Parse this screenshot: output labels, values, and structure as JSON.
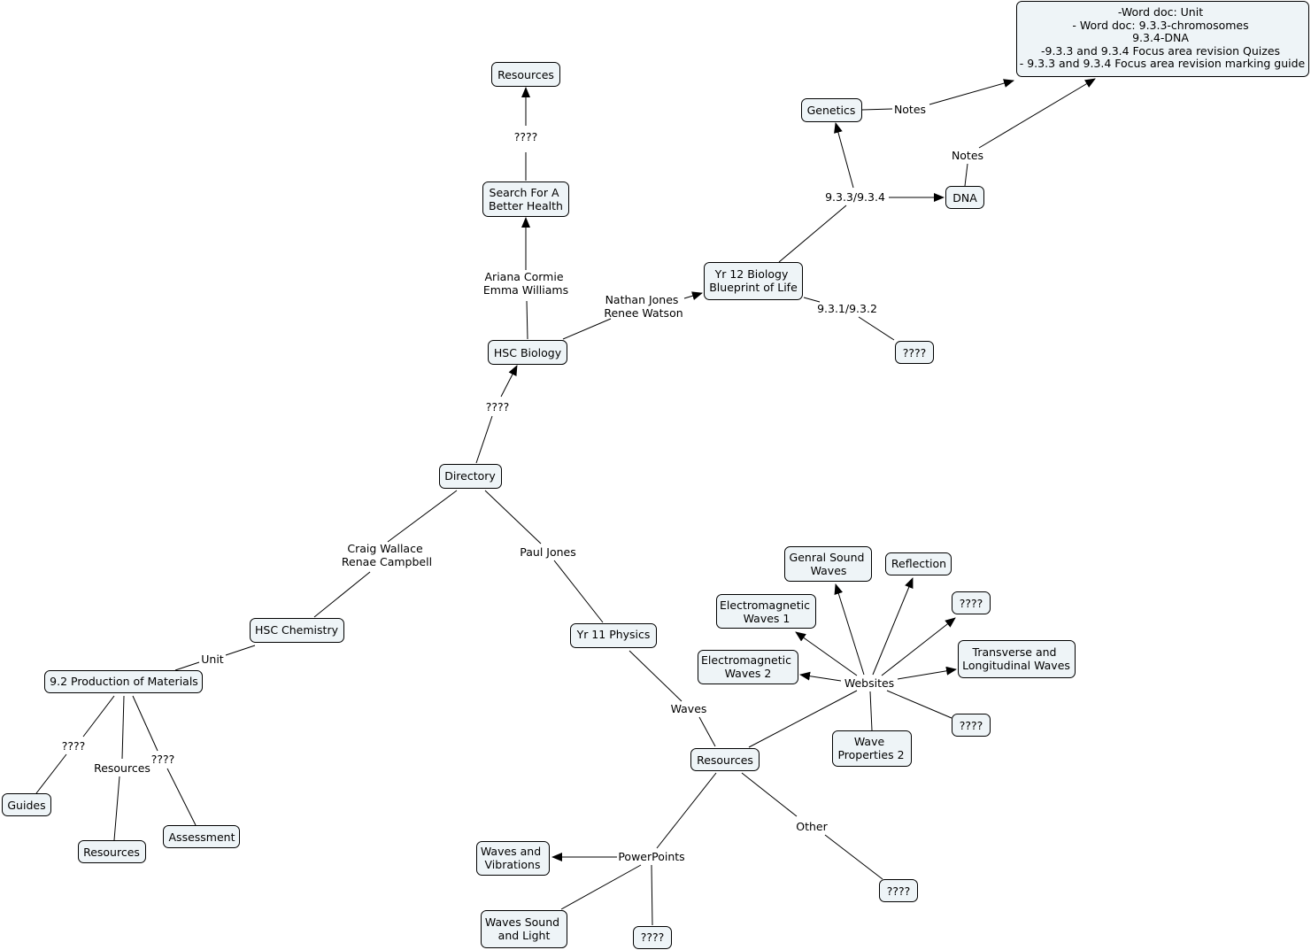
{
  "concepts": {
    "resources_top": [
      "Resources"
    ],
    "search_health": [
      "Search For A",
      "Better Health"
    ],
    "hsc_biology": [
      "HSC Biology"
    ],
    "directory": [
      "Directory"
    ],
    "yr12_biology": [
      "Yr 12 Biology",
      "Blueprint of Life"
    ],
    "genetics": [
      "Genetics"
    ],
    "dna": [
      "DNA"
    ],
    "word_doc": [
      "-Word doc: Unit",
      "- Word doc: 9.3.3-chromosomes",
      "9.3.4-DNA",
      "-9.3.3 and 9.3.4 Focus area revision Quizes",
      "- 9.3.3 and 9.3.4 Focus area revision marking guide"
    ],
    "unknown_bio": [
      "????"
    ],
    "hsc_chemistry": [
      "HSC Chemistry"
    ],
    "production_materials": [
      "9.2 Production of Materials"
    ],
    "guides": [
      "Guides"
    ],
    "resources_chem": [
      "Resources"
    ],
    "assessment": [
      "Assessment"
    ],
    "yr11_physics": [
      "Yr 11 Physics"
    ],
    "resources_phys": [
      "Resources"
    ],
    "genral_sound": [
      "Genral Sound",
      "Waves"
    ],
    "reflection": [
      "Reflection"
    ],
    "em_waves_1": [
      "Electromagnetic",
      "Waves 1"
    ],
    "unknown_web_1": [
      "????"
    ],
    "em_waves_2": [
      "Electromagnetic",
      "Waves 2"
    ],
    "transverse": [
      "Transverse and",
      "Longitudinal Waves"
    ],
    "unknown_web_2": [
      "????"
    ],
    "wave_properties": [
      "Wave",
      "Properties 2"
    ],
    "waves_vibrations": [
      "Waves and",
      "Vibrations"
    ],
    "waves_sound_light": [
      "Waves Sound",
      "and Light"
    ],
    "unknown_pp": [
      "????"
    ],
    "unknown_other": [
      "????"
    ]
  },
  "linking_phrases": {
    "q_res_search": [
      "????"
    ],
    "ariana": [
      "Ariana Cormie",
      "Emma Williams"
    ],
    "nathan": [
      "Nathan Jones",
      "Renee Watson"
    ],
    "q_dir_bio": [
      "????"
    ],
    "sec_933": [
      "9.3.3/9.3.4"
    ],
    "sec_931": [
      "9.3.1/9.3.2"
    ],
    "notes_genetics": [
      "Notes"
    ],
    "notes_dna": [
      "Notes"
    ],
    "craig": [
      "Craig Wallace",
      "Renae Campbell"
    ],
    "paul": [
      "Paul Jones"
    ],
    "unit": [
      "Unit"
    ],
    "q_guides": [
      "????"
    ],
    "resources_link": [
      "Resources"
    ],
    "q_assessment": [
      "????"
    ],
    "waves_link": [
      "Waves"
    ],
    "websites": [
      "Websites"
    ],
    "powerpoints": [
      "PowerPoints"
    ],
    "other": [
      "Other"
    ]
  }
}
